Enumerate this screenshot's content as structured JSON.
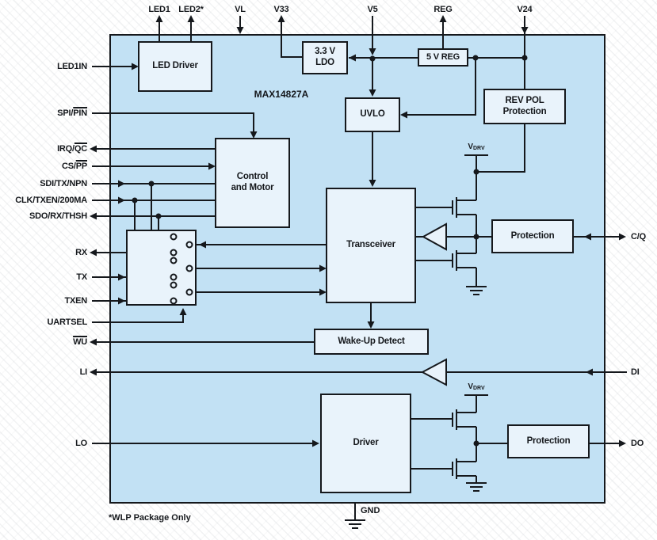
{
  "chip_label": "MAX14827A",
  "footnote": "*WLP Package Only",
  "colors": {
    "chip_fill": "#C2E1F4",
    "block_fill": "#E9F3FB",
    "line": "#15181C",
    "background": "#FFFFFF",
    "stripe": "#E9EBED"
  },
  "rail_vdrv": {
    "main": "V",
    "sub": "DRV"
  },
  "pins": {
    "top": [
      {
        "label": "LED1"
      },
      {
        "label": "LED2*"
      },
      {
        "label": "VL"
      },
      {
        "label": "V33"
      },
      {
        "label": "V5"
      },
      {
        "label": "REG"
      },
      {
        "label": "V24"
      }
    ],
    "left": [
      {
        "label": "LED1IN"
      },
      {
        "prefix": "SPI/",
        "bar": "PIN"
      },
      {
        "prefix": "IRQ/",
        "bar": "QC"
      },
      {
        "prefix": "CS/",
        "bar": "PP"
      },
      {
        "label": "SDI/TX/NPN"
      },
      {
        "label": "CLK/TXEN/200MA"
      },
      {
        "label": "SDO/RX/THSH"
      },
      {
        "label": "RX"
      },
      {
        "label": "TX"
      },
      {
        "label": "TXEN"
      },
      {
        "label": "UARTSEL"
      },
      {
        "bar": "WU"
      },
      {
        "label": "LI"
      },
      {
        "label": "LO"
      }
    ],
    "right": [
      {
        "label": "C/Q"
      },
      {
        "label": "DI"
      },
      {
        "label": "DO"
      }
    ],
    "bottom": [
      {
        "label": "GND"
      }
    ]
  },
  "blocks": {
    "led_driver": "LED Driver",
    "ldo": {
      "line1": "3.3 V",
      "line2": "LDO"
    },
    "reg5": "5 V REG",
    "uvlo": "UVLO",
    "revpol": {
      "line1": "REV POL",
      "line2": "Protection"
    },
    "control": {
      "line1": "Control",
      "line2": "and Motor"
    },
    "transceiver": "Transceiver",
    "wakeup": "Wake-Up Detect",
    "protection_cq": "Protection",
    "driver": "Driver",
    "protection_do": "Protection"
  }
}
